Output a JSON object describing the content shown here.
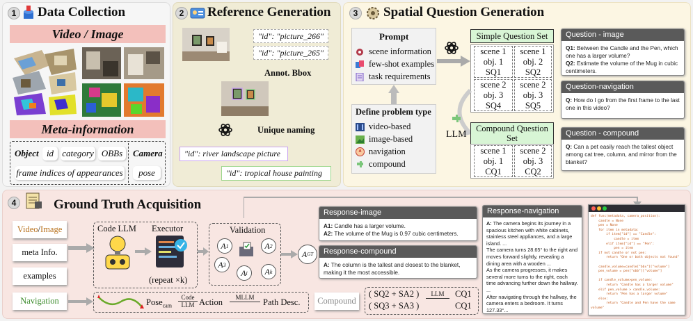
{
  "s1": {
    "num": "1",
    "title": "Data Collection",
    "video_bar": "Video / Image",
    "meta_bar": "Meta-information",
    "object": "Object",
    "tags": [
      "id",
      "category",
      "OBBs"
    ],
    "frames": "frame indices of appearances",
    "camera": "Camera",
    "pose": "pose"
  },
  "s2": {
    "num": "2",
    "title": "Reference Generation",
    "id1": "\"id\": \"picture_266\"",
    "id2": "\"id\": \"picture_265\"",
    "annot": "Annot. Bbox",
    "unique": "Unique naming",
    "name1": "\"id\": river landscape picture",
    "name2": "\"id\": tropical house painting"
  },
  "s3": {
    "num": "3",
    "title": "Spatial Question Generation",
    "prompt": "Prompt",
    "prompt_items": [
      "scene information",
      "few-shot examples",
      "task requirements"
    ],
    "define": "Define problem type",
    "types": [
      "video-based",
      "image-based",
      "navigation",
      "compound"
    ],
    "llm": "LLM",
    "simple_title": "Simple Question Set",
    "simple_cells": [
      [
        "scene 1",
        "obj. 1",
        "SQ1"
      ],
      [
        "scene 1",
        "obj. 2",
        "SQ2"
      ],
      [
        "scene 2",
        "obj. 3",
        "SQ4"
      ],
      [
        "scene 2",
        "obj. 3",
        "SQ5"
      ]
    ],
    "compound_title": "Compound Question Set",
    "compound_cells": [
      [
        "scene 1",
        "obj. 1",
        "CQ1"
      ],
      [
        "scene 2",
        "obj. 3",
        "CQ2"
      ]
    ],
    "q_image_head": "Question - image",
    "q_image_q1": "Q1:",
    "q_image_t1": "Between the Candle and the Pen, which one has a larger volume?",
    "q_image_q2": "Q2:",
    "q_image_t2": "Estimate the volume of the Mug in cubic centimeters.",
    "q_nav_head": "Question-navigation",
    "q_nav_q": "Q:",
    "q_nav_t": "How do I go from the first frame to the last one in this video?",
    "q_comp_head": "Question - compound",
    "q_comp_q": "Q:",
    "q_comp_t": "Can a pet easily reach the tallest object among cat tree, column, and mirror from the blanket?"
  },
  "s4": {
    "num": "4",
    "title": "Ground Truth Acquisition",
    "video": "Video",
    "slash": " / ",
    "image": "Image",
    "meta": "meta Info.",
    "examples": "examples",
    "code_llm": "Code LLM",
    "executor": "Executor",
    "repeat": "(repeat ×k)",
    "validation": "Validation",
    "a1": "A",
    "a1s": "1",
    "a2": "A",
    "a2s": "2",
    "a3": "A",
    "a3s": "3",
    "ai": "A",
    "ais": "i",
    "ak": "A",
    "aks": "k",
    "agt": "A",
    "agts": "GT",
    "resp_image_head": "Response-image",
    "ri_a1": "A1:",
    "ri_t1": "Candle has a larger volume.",
    "ri_a2": "A2:",
    "ri_t2": "The volume of the Mug is 0.97 cubic centimeters.",
    "resp_comp_head": "Response-compound",
    "rc_a": "A:",
    "rc_t": "The column is the tallest and closest to the blanket, making it the most accessible.",
    "resp_nav_head": "Response-navigation",
    "rn_a": "A:",
    "rn_t1": "The camera begins its journey in a spacious kitchen with white cabinets, stainless steel appliances, and a large island. ...",
    "rn_t2": "The camera turns 28.65° to the right and moves forward slightly, revealing a dining area with a wooden ...",
    "rn_t3": "As the camera progresses, it makes several more turns to the right, each time advancing further down the hallway. ...",
    "rn_t4": "After navigating through the hallway, the camera enters a bedroom. It turns 127.33°...",
    "navigation": "Navigation",
    "pose": "Pose",
    "cam": "cam",
    "code": "Code",
    "llm": "LLM",
    "action": "Action",
    "mllm": "MLLM",
    "path_desc": "Path Desc.",
    "compound": "Compound",
    "sq_pair1": "( SQ2 + SA2 )",
    "sq_pair2": "( SQ3 + SA3 )",
    "cq1a": "CQ1",
    "cq1b": "CQ1",
    "cllm": "LLM",
    "code_lines": [
      "def func(metadata, camera_position):",
      "    candle = None",
      "    pen = None",
      "    for item in metadata:",
      "        if item[\"id\"] == \"Candle\":",
      "            candle = item",
      "        elif item[\"id\"] == \"Pen\":",
      "            pen = item",
      "    if not candle or not pen:",
      "        return \"One or both objects not found\"",
      "",
      "    candle_volume=candle[\"bbx\"][\"volume\"]",
      "    pen_volume = pen[\"obb\"][\"volume\"]",
      "",
      "    if candle_volume>pen_volume:",
      "        return \"Candle has a larger volume\"",
      "    elif pen_volume > candle_volume:",
      "        return \"Pen has a larger volume\"",
      "    else:",
      "        return \"Candle and Pen have the same",
      "volume\""
    ]
  }
}
